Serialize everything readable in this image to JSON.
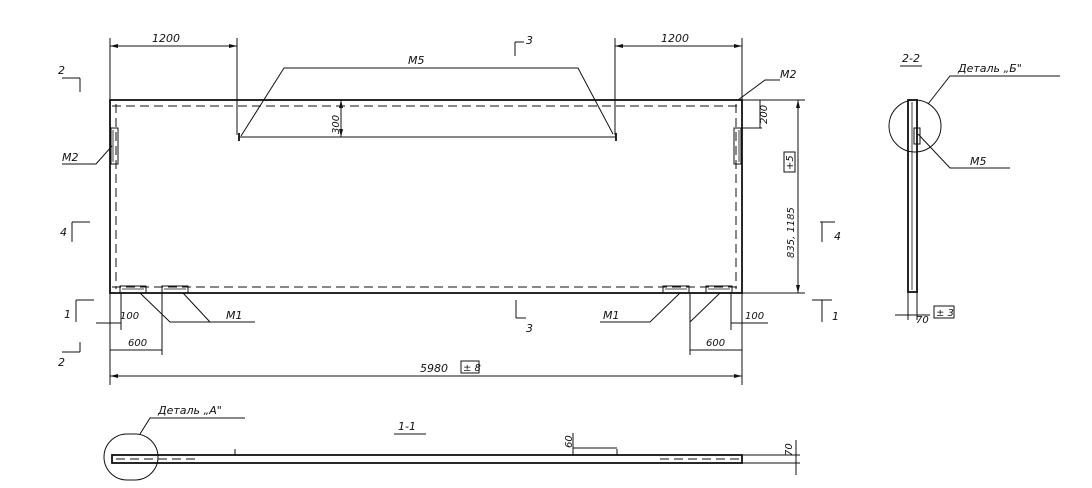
{
  "dims": {
    "top_left": "1200",
    "top_right": "1200",
    "offset_300": "300",
    "offset_200": "200",
    "height": "835, 1185",
    "tol_height": "+5",
    "left_100": "100",
    "right_100": "100",
    "left_600": "600",
    "right_600": "600",
    "overall": "5980",
    "tol_overall": "± 8",
    "side_thickness": "70",
    "tol_side": "± 3",
    "bottom_60": "60",
    "bottom_70": "70"
  },
  "labels": {
    "m5": "М5",
    "m2_left": "М2",
    "m2_right": "М2",
    "m1_left": "М1",
    "m1_right": "М1",
    "m5_side": "М5"
  },
  "sections": {
    "sec_2_top": "2",
    "sec_2_bottom": "2",
    "sec_1_left": "1",
    "sec_1_right": "1",
    "sec_4_left": "4",
    "sec_4_right": "4",
    "sec_3_top": "3",
    "sec_3_bottom": "3",
    "view_2_2": "2-2",
    "view_1_1": "1-1"
  },
  "details": {
    "detail_b": "Деталь „Б\"",
    "detail_a": "Деталь „А\""
  }
}
